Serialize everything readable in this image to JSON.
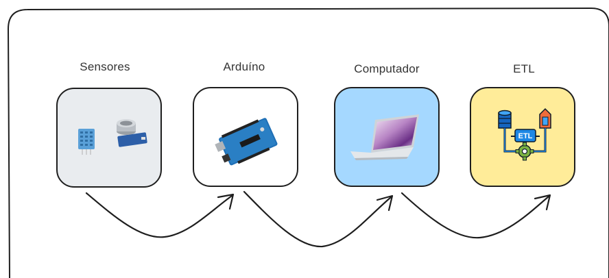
{
  "nodes": [
    {
      "id": "sensores",
      "label": "Sensores",
      "bg": "#e9ecef",
      "icon": "sensor-modules-icon"
    },
    {
      "id": "arduino",
      "label": "Arduíno",
      "bg": "#ffffff",
      "icon": "arduino-board-icon"
    },
    {
      "id": "computador",
      "label": "Computador",
      "bg": "#a5d8ff",
      "icon": "laptop-icon"
    },
    {
      "id": "etl",
      "label": "ETL",
      "bg": "#ffec99",
      "icon": "etl-pipeline-icon"
    }
  ],
  "icons": {
    "etl_badge": "ETL"
  },
  "colors": {
    "stroke": "#1e1e1e",
    "text": "#333333"
  }
}
